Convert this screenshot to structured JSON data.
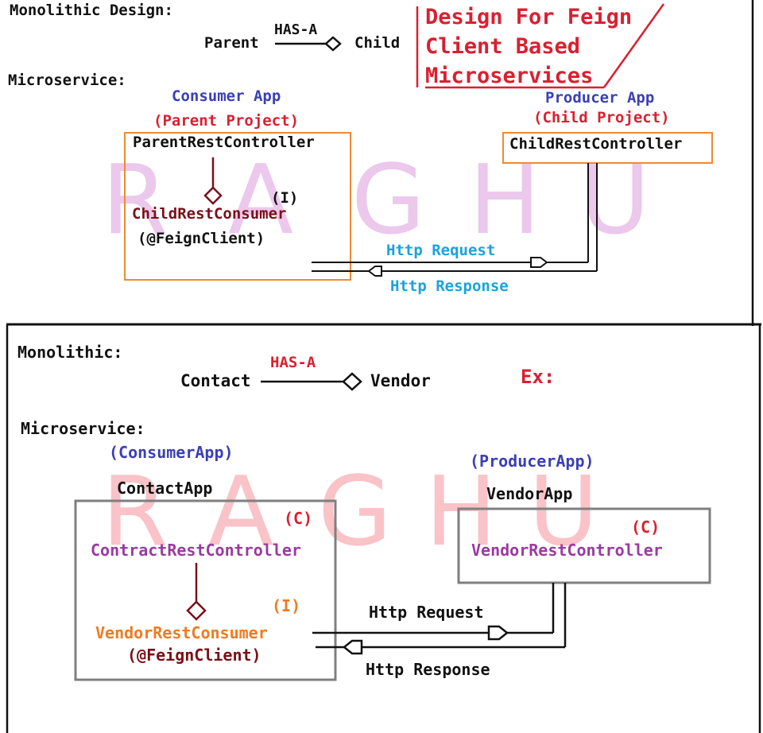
{
  "top": {
    "monolithic_title": "Monolithic Design:",
    "parent": "Parent",
    "has_a": "HAS-A",
    "child": "Child",
    "banner": [
      "Design For Feign",
      "Client Based",
      "Microservices"
    ],
    "microservice_title": "Microservice:",
    "consumer_app": "Consumer App",
    "parent_project": "(Parent Project)",
    "parent_rest_controller": "ParentRestController",
    "interface_tag": "(I)",
    "child_rest_consumer": "ChildRestConsumer",
    "feign_client": "(@FeignClient)",
    "producer_app": "Producer App",
    "child_project": "(Child Project)",
    "child_rest_controller": "ChildRestController",
    "http_request": "Http Request",
    "http_response": "Http Response",
    "watermark": [
      "R",
      "A",
      "G",
      "H",
      "U"
    ]
  },
  "bottom": {
    "monolithic_title": "Monolithic:",
    "has_a": "HAS-A",
    "contact": "Contact",
    "vendor": "Vendor",
    "example": "Ex:",
    "microservice_title": "Microservice:",
    "consumer_app": "(ConsumerApp)",
    "contact_app": "ContactApp",
    "class_tag": "(C)",
    "contract_rest_controller": "ContractRestController",
    "interface_tag": "(I)",
    "vendor_rest_consumer": "VendorRestConsumer",
    "feign_client": "(@FeignClient)",
    "producer_app": "(ProducerApp)",
    "vendor_app": "VendorApp",
    "vendor_class_tag": "(C)",
    "vendor_rest_controller": "VendorRestController",
    "http_request": "Http Request",
    "http_response": "Http Response",
    "watermark": [
      "R",
      "A",
      "G",
      "H",
      "U"
    ]
  },
  "colors": {
    "watermark_top": "#ecc8ec",
    "watermark_bottom": "#f9c3c8",
    "box_top": "#ee8a33",
    "box_bottom": "#7f7f7f",
    "composition_line": "#7a1018"
  }
}
